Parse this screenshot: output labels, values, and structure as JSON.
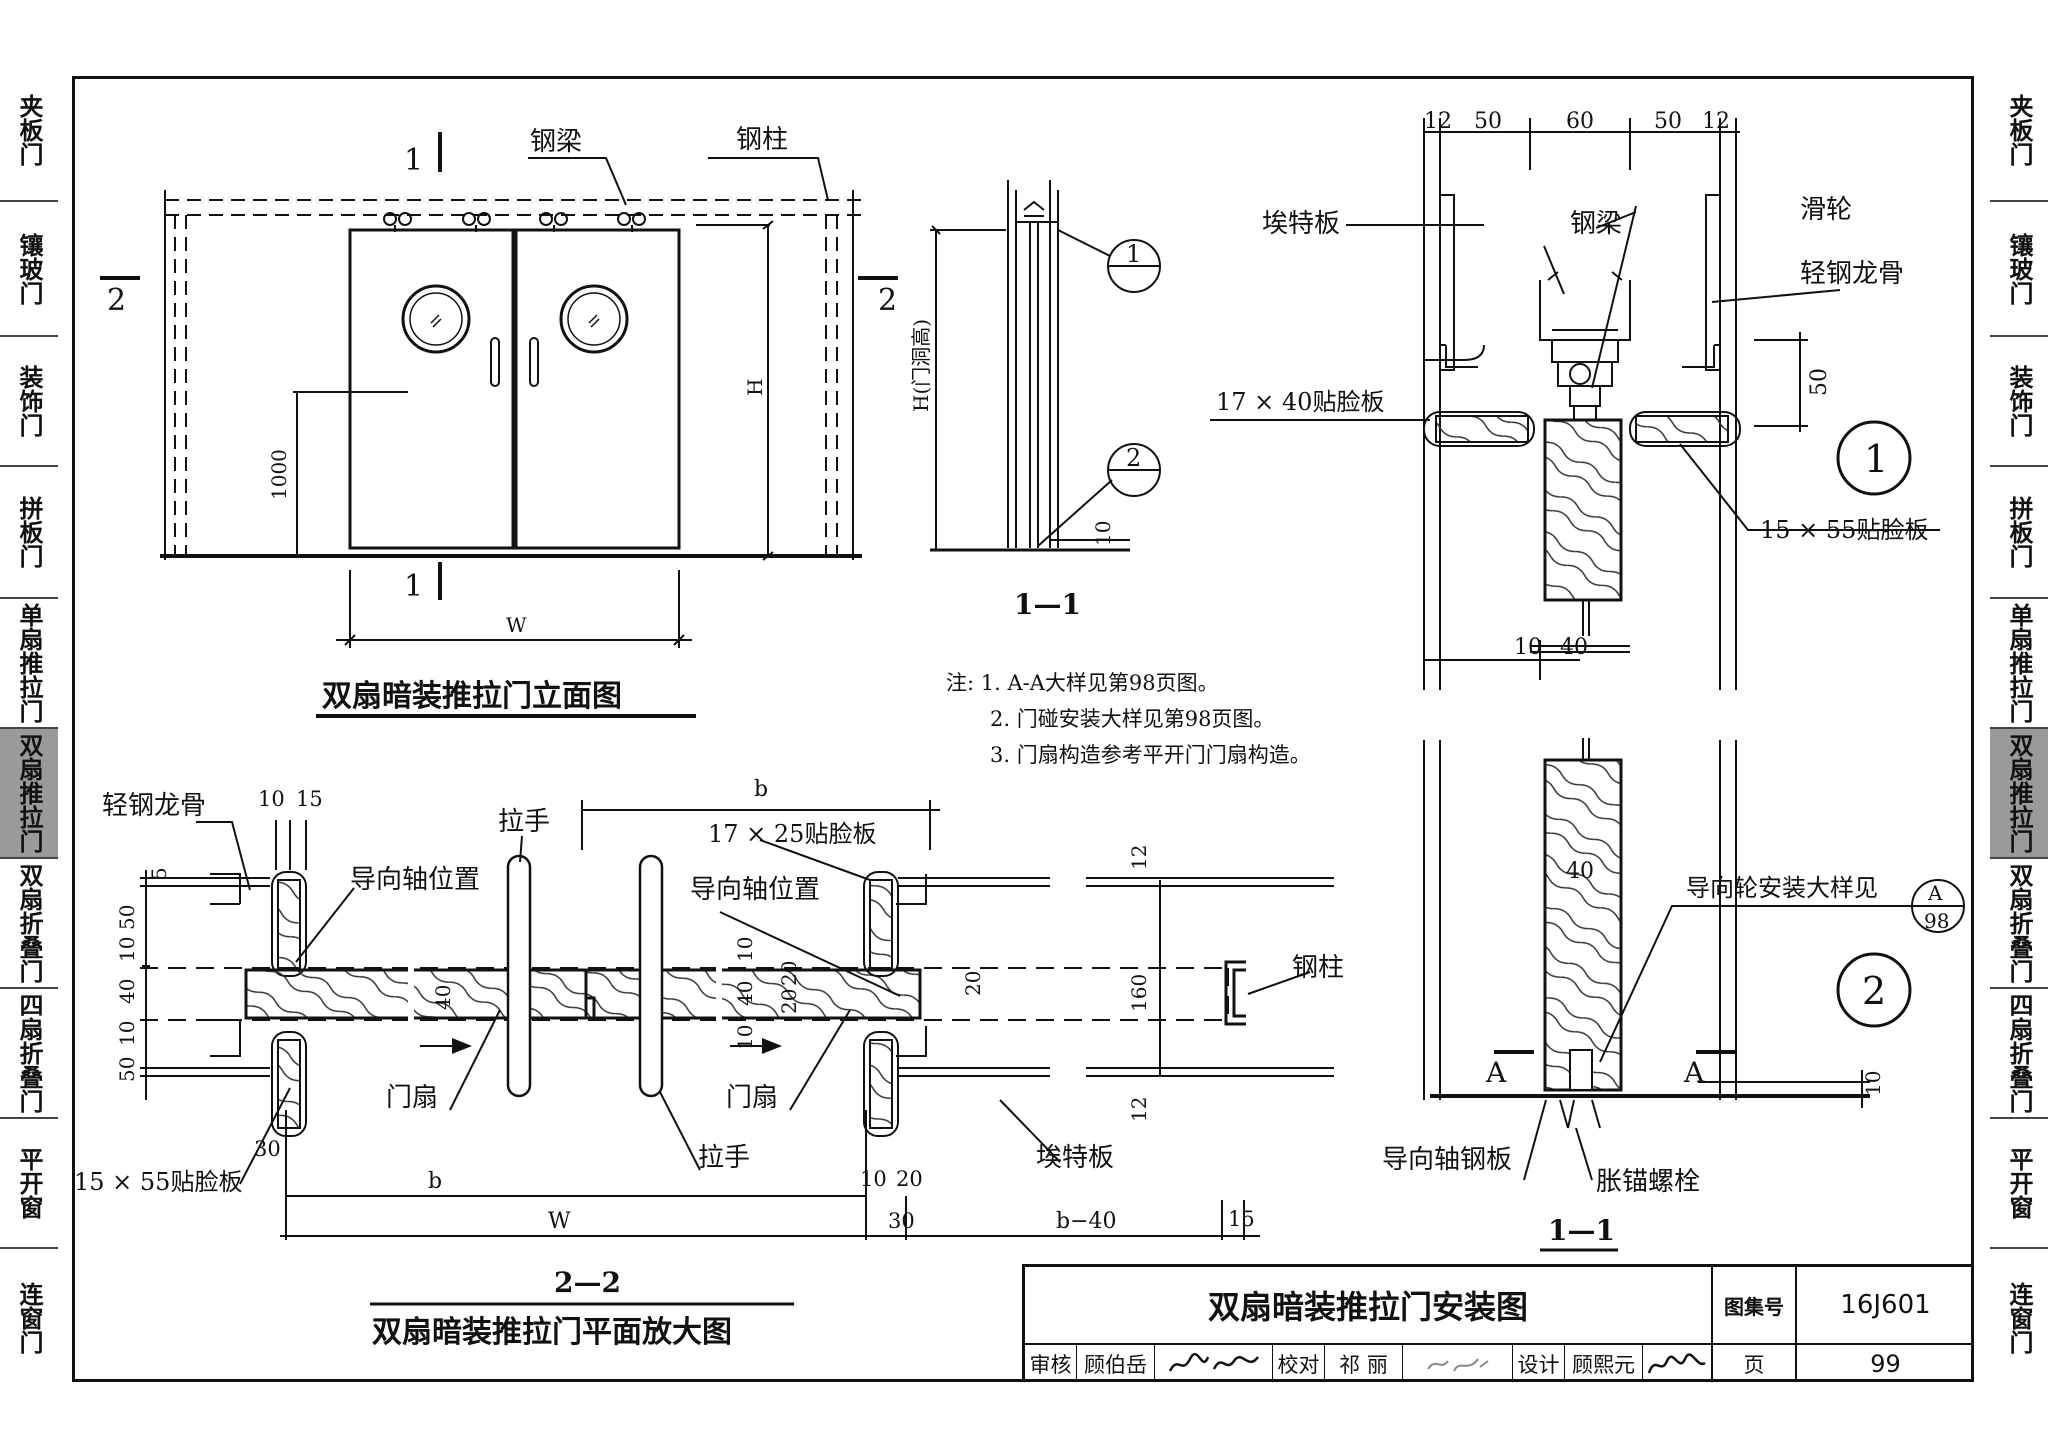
{
  "side_tabs": {
    "left": [
      "夹板门",
      "镶玻门",
      "装饰门",
      "拼板门",
      "单扇推拉门",
      "双扇推拉门",
      "双扇折叠门",
      "四扇折叠门",
      "平开窗",
      "连窗门"
    ],
    "right": [
      "夹板门",
      "镶玻门",
      "装饰门",
      "拼板门",
      "单扇推拉门",
      "双扇推拉门",
      "双扇折叠门",
      "四扇折叠门",
      "平开窗",
      "连窗门"
    ],
    "active": "双扇推拉门"
  },
  "elevation": {
    "title": "双扇暗装推拉门立面图",
    "label_beam": "钢梁",
    "label_column": "钢柱",
    "section_1": "1",
    "section_2": "2",
    "dim_1000": "1000",
    "dim_H": "H",
    "dim_W": "W"
  },
  "section_small": {
    "title": "1—1",
    "dim_H_door": "H(门洞高)",
    "dim_10": "10",
    "callout_1": "1",
    "callout_2": "2",
    "callout_dash": "—"
  },
  "notes": {
    "line1": "注: 1. A-A大样见第98页图。",
    "line2": "2. 门碰安装大样见第98页图。",
    "line3": "3. 门扇构造参考平开门门扇构造。"
  },
  "detail": {
    "dims_top": [
      "12",
      "50",
      "60",
      "50",
      "12"
    ],
    "label_board": "埃特板",
    "label_beam": "钢梁",
    "label_pulley": "滑轮",
    "label_keel": "轻钢龙骨",
    "label_face_17x40": "17 × 40贴脸板",
    "label_face_15x55": "15 × 55贴脸板",
    "dim_50": "50",
    "dim_10": "10",
    "dim_40": "40",
    "dim_40b": "40",
    "callout_1": "1",
    "callout_2": "2",
    "label_guide_wheel": "导向轮安装大样见",
    "ref_A": "A",
    "ref_98": "98",
    "mark_A": "A",
    "label_guide_plate": "导向轴钢板",
    "label_anchor": "胀锚螺栓",
    "dim_10b": "10",
    "title": "1—1"
  },
  "plan": {
    "title_num": "2—2",
    "title": "双扇暗装推拉门平面放大图",
    "label_keel": "轻钢龙骨",
    "label_guide_pos_1": "导向轴位置",
    "label_guide_pos_2": "导向轴位置",
    "label_handle_top": "拉手",
    "label_handle_bottom": "拉手",
    "label_face_17x25": "17 × 25贴脸板",
    "label_leaf_1": "门扇",
    "label_leaf_2": "门扇",
    "label_column": "钢柱",
    "label_board": "埃特板",
    "label_face_15x55": "15 × 55贴脸板",
    "dim_10": "10",
    "dim_15": "15",
    "dim_5": "5",
    "dim_50a": "50",
    "dim_10a": "10",
    "dim_40": "40",
    "dim_10b": "10",
    "dim_50b": "50",
    "dim_b_top": "b",
    "dim_12a": "12",
    "dim_12b": "12",
    "dim_160": "160",
    "dim_20": "20",
    "dim_40_leaf": "40",
    "dim_v10": "10",
    "dim_v40": "40",
    "dim_v20a": "20",
    "dim_v20b": "20",
    "dim_v10b": "10",
    "dim_30a": "30",
    "dim_b_bottom": "b",
    "dim_W": "W",
    "dim_10c": "10",
    "dim_20c": "20",
    "dim_30b": "30",
    "dim_b40": "b−40",
    "dim_15b": "15"
  },
  "title_block": {
    "title": "双扇暗装推拉门安装图",
    "atlas_label": "图集号",
    "atlas_no": "16J601",
    "review_label": "审核",
    "reviewer": "顾伯岳",
    "check_label": "校对",
    "checker": "祁 丽",
    "design_label": "设计",
    "designer": "顾熙元",
    "page_label": "页",
    "page_no": "99"
  }
}
